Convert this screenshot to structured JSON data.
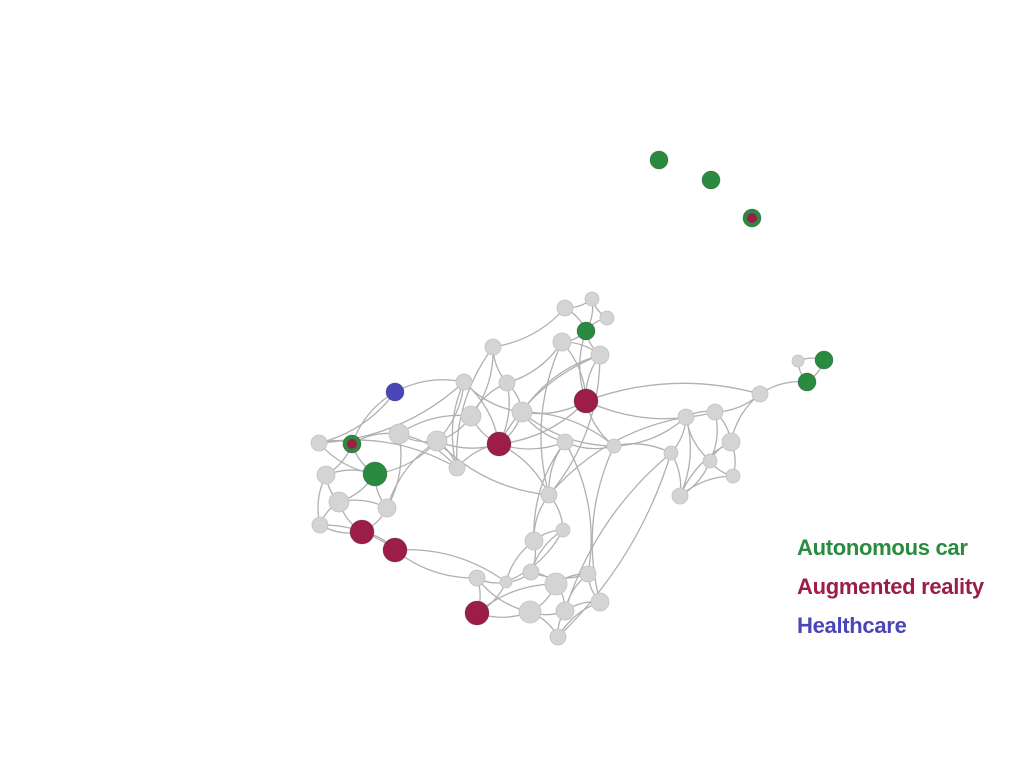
{
  "colors": {
    "autonomous_car": "#2a8a40",
    "augmented_reality": "#9b1d48",
    "healthcare": "#4b46b8",
    "other": "#d4d4d4",
    "edge": "#b0b0b0"
  },
  "legend": {
    "autonomous_car": "Autonomous car",
    "augmented_reality": "Augmented reality",
    "healthcare": "Healthcare"
  },
  "nodes": [
    {
      "id": "iso1",
      "category": "autonomous_car"
    },
    {
      "id": "iso2",
      "category": "autonomous_car"
    },
    {
      "id": "iso3",
      "category": "autonomous_car",
      "inner": "augmented_reality"
    },
    {
      "id": "t1",
      "category": "other"
    },
    {
      "id": "t2",
      "category": "other"
    },
    {
      "id": "t3",
      "category": "other"
    },
    {
      "id": "t4",
      "category": "autonomous_car"
    },
    {
      "id": "t5",
      "category": "other"
    },
    {
      "id": "t6",
      "category": "other"
    },
    {
      "id": "r1",
      "category": "other"
    },
    {
      "id": "r2",
      "category": "autonomous_car"
    },
    {
      "id": "r3",
      "category": "autonomous_car"
    },
    {
      "id": "r4",
      "category": "other"
    },
    {
      "id": "r5",
      "category": "other"
    },
    {
      "id": "r6",
      "category": "other"
    },
    {
      "id": "r7",
      "category": "other"
    },
    {
      "id": "r8",
      "category": "other"
    },
    {
      "id": "r9",
      "category": "other"
    },
    {
      "id": "r10",
      "category": "other"
    },
    {
      "id": "r11",
      "category": "other"
    },
    {
      "id": "m1",
      "category": "augmented_reality"
    },
    {
      "id": "m2",
      "category": "other"
    },
    {
      "id": "m3",
      "category": "other"
    },
    {
      "id": "m4",
      "category": "augmented_reality"
    },
    {
      "id": "m5",
      "category": "other"
    },
    {
      "id": "m6",
      "category": "other"
    },
    {
      "id": "m7",
      "category": "other"
    },
    {
      "id": "m8",
      "category": "other"
    },
    {
      "id": "m9",
      "category": "other"
    },
    {
      "id": "m10",
      "category": "other"
    },
    {
      "id": "m11",
      "category": "other"
    },
    {
      "id": "l1",
      "category": "healthcare"
    },
    {
      "id": "l2",
      "category": "other"
    },
    {
      "id": "l3",
      "category": "autonomous_car",
      "inner": "augmented_reality"
    },
    {
      "id": "l4",
      "category": "other"
    },
    {
      "id": "l5",
      "category": "autonomous_car"
    },
    {
      "id": "l6",
      "category": "other"
    },
    {
      "id": "l7",
      "category": "other"
    },
    {
      "id": "l8",
      "category": "other"
    },
    {
      "id": "l9",
      "category": "augmented_reality"
    },
    {
      "id": "l10",
      "category": "augmented_reality"
    },
    {
      "id": "b1",
      "category": "other"
    },
    {
      "id": "b2",
      "category": "other"
    },
    {
      "id": "b3",
      "category": "other"
    },
    {
      "id": "b4",
      "category": "other"
    },
    {
      "id": "b5",
      "category": "other"
    },
    {
      "id": "b6",
      "category": "other"
    },
    {
      "id": "b7",
      "category": "other"
    },
    {
      "id": "b8",
      "category": "other"
    },
    {
      "id": "b9",
      "category": "augmented_reality"
    },
    {
      "id": "b10",
      "category": "other"
    },
    {
      "id": "b11",
      "category": "other"
    },
    {
      "id": "b12",
      "category": "other"
    },
    {
      "id": "b13",
      "category": "other"
    }
  ],
  "edges": [
    [
      "t1",
      "t2"
    ],
    [
      "t1",
      "t4"
    ],
    [
      "t2",
      "t3"
    ],
    [
      "t2",
      "t4"
    ],
    [
      "t3",
      "t4"
    ],
    [
      "t4",
      "t5"
    ],
    [
      "t4",
      "t6"
    ],
    [
      "t5",
      "t6"
    ],
    [
      "t4",
      "m1"
    ],
    [
      "t5",
      "m1"
    ],
    [
      "t6",
      "m2"
    ],
    [
      "t5",
      "m5"
    ],
    [
      "t6",
      "m1"
    ],
    [
      "t1",
      "m6"
    ],
    [
      "t5",
      "b1"
    ],
    [
      "t6",
      "b1"
    ],
    [
      "t6",
      "m4"
    ],
    [
      "r1",
      "r2"
    ],
    [
      "r1",
      "r3"
    ],
    [
      "r2",
      "r3"
    ],
    [
      "r3",
      "r4"
    ],
    [
      "r4",
      "r5"
    ],
    [
      "r4",
      "r6"
    ],
    [
      "r5",
      "r6"
    ],
    [
      "r5",
      "r7"
    ],
    [
      "r5",
      "r8"
    ],
    [
      "r6",
      "r8"
    ],
    [
      "r6",
      "r9"
    ],
    [
      "r7",
      "r8"
    ],
    [
      "r7",
      "r10"
    ],
    [
      "r8",
      "r9"
    ],
    [
      "r8",
      "r11"
    ],
    [
      "r9",
      "r11"
    ],
    [
      "r10",
      "r11"
    ],
    [
      "r6",
      "r11"
    ],
    [
      "r7",
      "r11"
    ],
    [
      "r4",
      "m1"
    ],
    [
      "r5",
      "m1"
    ],
    [
      "r10",
      "m3"
    ],
    [
      "r7",
      "m3"
    ],
    [
      "r10",
      "b12"
    ],
    [
      "r10",
      "b13"
    ],
    [
      "r7",
      "b1"
    ],
    [
      "m1",
      "m2"
    ],
    [
      "m1",
      "m3"
    ],
    [
      "m1",
      "m4"
    ],
    [
      "m2",
      "m3"
    ],
    [
      "m2",
      "m4"
    ],
    [
      "m2",
      "m5"
    ],
    [
      "m2",
      "m8"
    ],
    [
      "m4",
      "m5"
    ],
    [
      "m4",
      "m7"
    ],
    [
      "m4",
      "m8"
    ],
    [
      "m4",
      "m9"
    ],
    [
      "m4",
      "m10"
    ],
    [
      "m5",
      "m6"
    ],
    [
      "m5",
      "m7"
    ],
    [
      "m6",
      "m7"
    ],
    [
      "m6",
      "m10"
    ],
    [
      "m7",
      "m9"
    ],
    [
      "m7",
      "m11"
    ],
    [
      "m8",
      "m9"
    ],
    [
      "m8",
      "m10"
    ],
    [
      "m9",
      "m10"
    ],
    [
      "m10",
      "m11"
    ],
    [
      "m9",
      "m11"
    ],
    [
      "m3",
      "m2"
    ],
    [
      "l1",
      "l2"
    ],
    [
      "l1",
      "l3"
    ],
    [
      "l2",
      "l3"
    ],
    [
      "l2",
      "l5"
    ],
    [
      "l2",
      "m10"
    ],
    [
      "l2",
      "m8"
    ],
    [
      "l3",
      "l4"
    ],
    [
      "l3",
      "l5"
    ],
    [
      "l4",
      "l5"
    ],
    [
      "l4",
      "l6"
    ],
    [
      "l5",
      "l6"
    ],
    [
      "l5",
      "l7"
    ],
    [
      "l6",
      "l7"
    ],
    [
      "l6",
      "l8"
    ],
    [
      "l7",
      "l9"
    ],
    [
      "l8",
      "l9"
    ],
    [
      "l9",
      "l10"
    ],
    [
      "l10",
      "b5"
    ],
    [
      "l10",
      "b6"
    ],
    [
      "l5",
      "m9"
    ],
    [
      "l1",
      "m8"
    ],
    [
      "l6",
      "l9"
    ],
    [
      "l8",
      "l10"
    ],
    [
      "l4",
      "l8"
    ],
    [
      "l3",
      "m11"
    ],
    [
      "m9",
      "l7"
    ],
    [
      "m11",
      "l7"
    ],
    [
      "m9",
      "b1"
    ],
    [
      "m4",
      "b1"
    ],
    [
      "m2",
      "b2"
    ],
    [
      "m3",
      "b2"
    ],
    [
      "m4",
      "b2"
    ],
    [
      "b1",
      "b2"
    ],
    [
      "b1",
      "b3"
    ],
    [
      "b1",
      "b4"
    ],
    [
      "b2",
      "b3"
    ],
    [
      "b3",
      "b4"
    ],
    [
      "b3",
      "b6"
    ],
    [
      "b3",
      "b7"
    ],
    [
      "b4",
      "b7"
    ],
    [
      "b4",
      "b6"
    ],
    [
      "b5",
      "b6"
    ],
    [
      "b5",
      "b9"
    ],
    [
      "b6",
      "b7"
    ],
    [
      "b6",
      "b9"
    ],
    [
      "b7",
      "b8"
    ],
    [
      "b7",
      "b10"
    ],
    [
      "b8",
      "b10"
    ],
    [
      "b9",
      "b10"
    ],
    [
      "b9",
      "b11"
    ],
    [
      "b10",
      "b11"
    ],
    [
      "b11",
      "b12"
    ],
    [
      "b11",
      "b13"
    ],
    [
      "b12",
      "b13"
    ],
    [
      "b10",
      "b12"
    ],
    [
      "b5",
      "b11"
    ],
    [
      "b2",
      "b8"
    ]
  ]
}
